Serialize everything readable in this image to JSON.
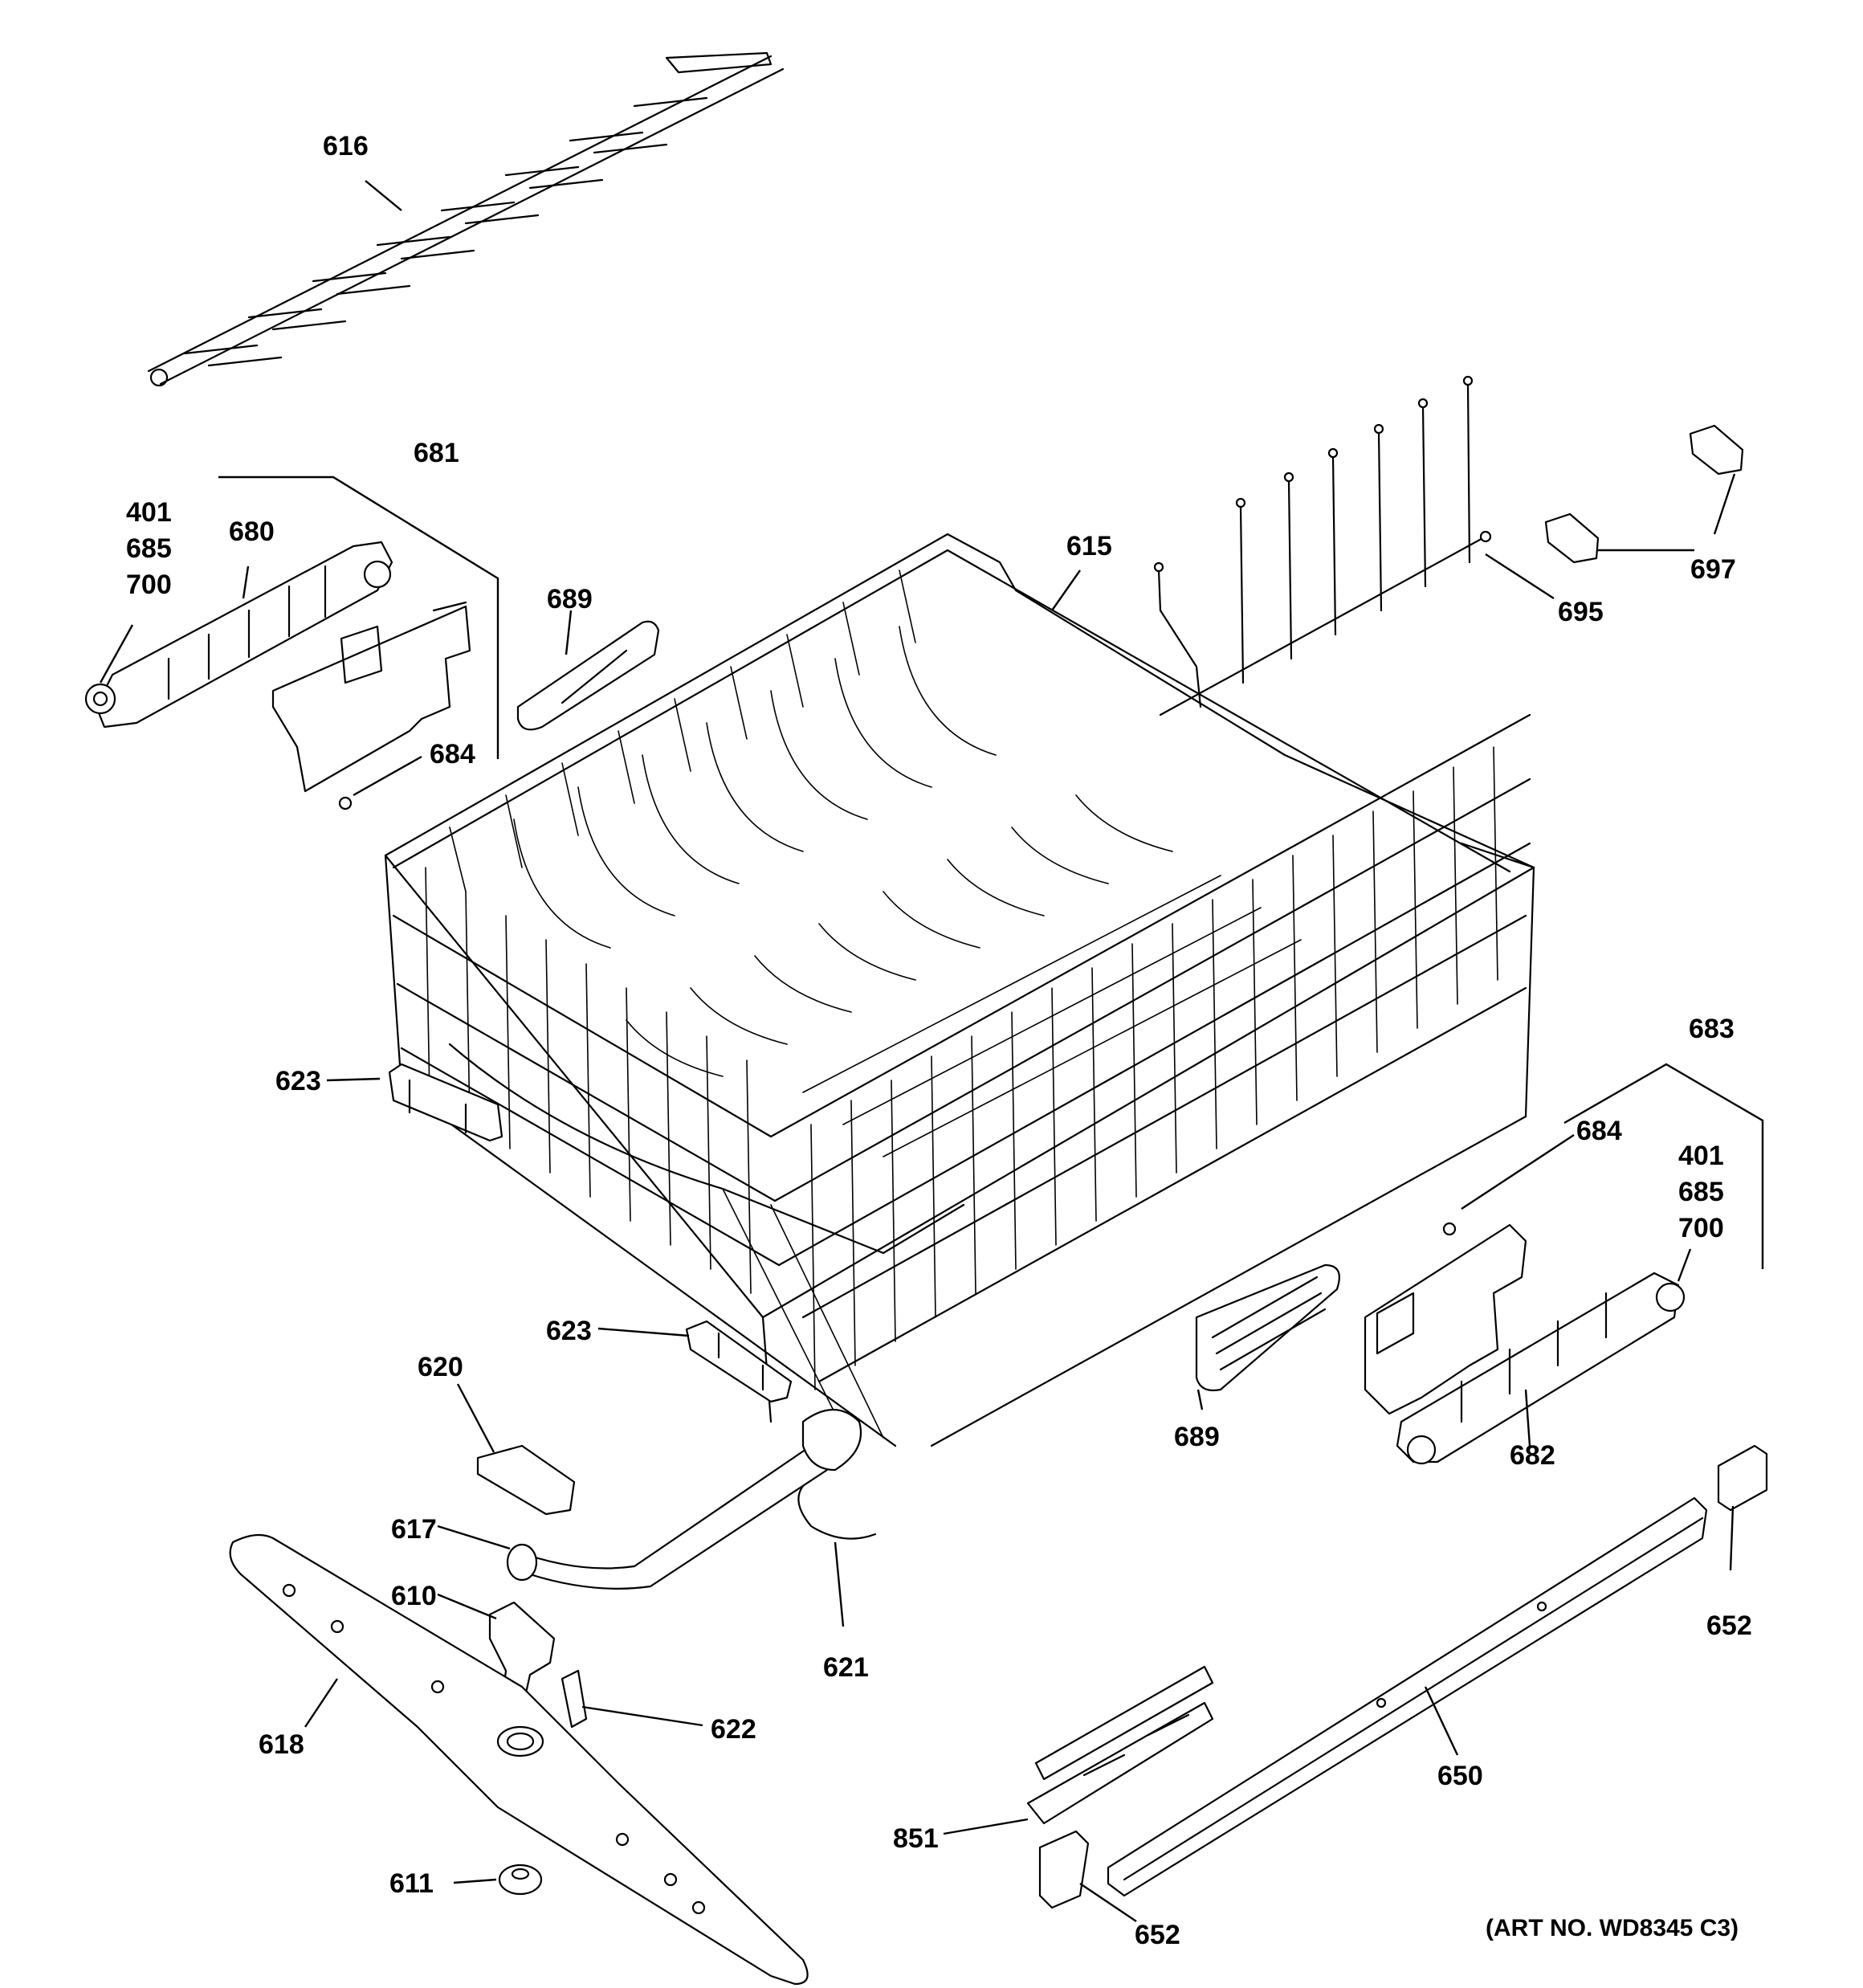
{
  "callouts": {
    "c616": "616",
    "c681": "681",
    "c401a": "401",
    "c685a": "685",
    "c700a": "700",
    "c680": "680",
    "c689a": "689",
    "c684a": "684",
    "c615": "615",
    "c697": "697",
    "c695": "695",
    "c623a": "623",
    "c683": "683",
    "c684b": "684",
    "c401b": "401",
    "c685b": "685",
    "c700b": "700",
    "c623b": "623",
    "c620": "620",
    "c689b": "689",
    "c682": "682",
    "c617": "617",
    "c610": "610",
    "c652a": "652",
    "c621": "621",
    "c622": "622",
    "c618": "618",
    "c650": "650",
    "c851": "851",
    "c611": "611",
    "c652b": "652"
  },
  "art_number": "(ART NO. WD8345 C3)"
}
